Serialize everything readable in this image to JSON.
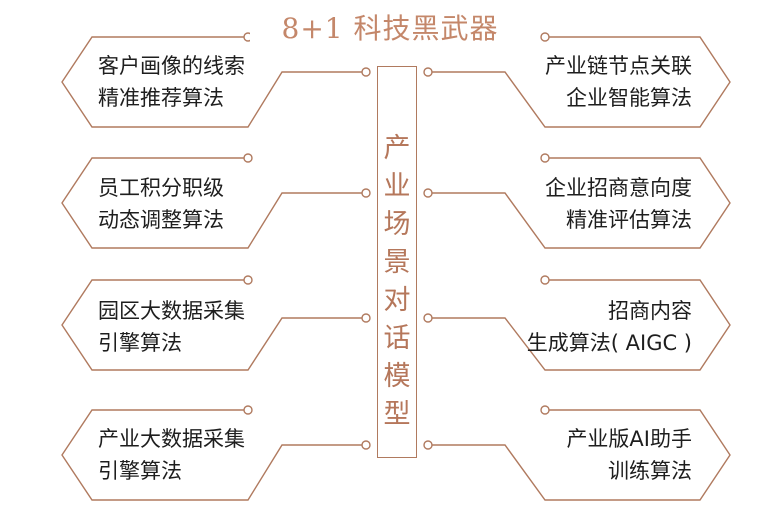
{
  "title": "8+1  科技黑武器",
  "center_label": "产业场景对话模型",
  "left_items": [
    {
      "line1": "客户画像的线索",
      "line2": "精准推荐算法"
    },
    {
      "line1": "员工积分职级",
      "line2": "动态调整算法"
    },
    {
      "line1": "园区大数据采集",
      "line2": "引擎算法"
    },
    {
      "line1": "产业大数据采集",
      "line2": "引擎算法"
    }
  ],
  "right_items": [
    {
      "line1": "产业链节点关联",
      "line2": "企业智能算法"
    },
    {
      "line1": "企业招商意向度",
      "line2": "精准评估算法"
    },
    {
      "line1": "招商内容",
      "line2": "生成算法( AIGC )"
    },
    {
      "line1": "产业版AI助手",
      "line2": "训练算法"
    }
  ],
  "colors": {
    "frame": "#b07a5f",
    "accent": "#c4876a",
    "text": "#1e1e1e"
  }
}
